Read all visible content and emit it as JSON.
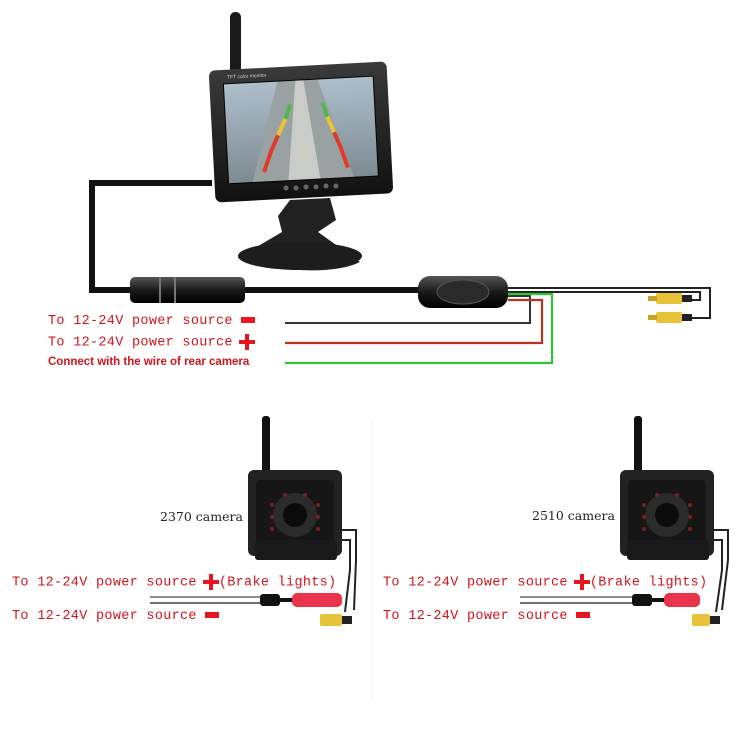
{
  "monitor": {
    "brand_text": "TFT color monitor"
  },
  "main_labels": {
    "neg_power": "To 12-24V power source",
    "pos_power": "To 12-24V power source",
    "connect": "Connect with the wire of rear camera"
  },
  "camera_left": {
    "name": "2370 camera",
    "brake_power": "To 12-24V power source",
    "brake_suffix": "(Brake lights)",
    "ground_power": "To 12-24V power source"
  },
  "camera_right": {
    "name": "2510 camera",
    "brake_power": "To 12-24V power source",
    "brake_suffix": "(Brake lights)",
    "ground_power": "To 12-24V power source"
  },
  "colors": {
    "label_red": "#d2141c",
    "wire_green": "#2fc23a",
    "wire_red": "#b8321e",
    "wire_black": "#333333",
    "connector_yellow": "#e7c33a"
  }
}
